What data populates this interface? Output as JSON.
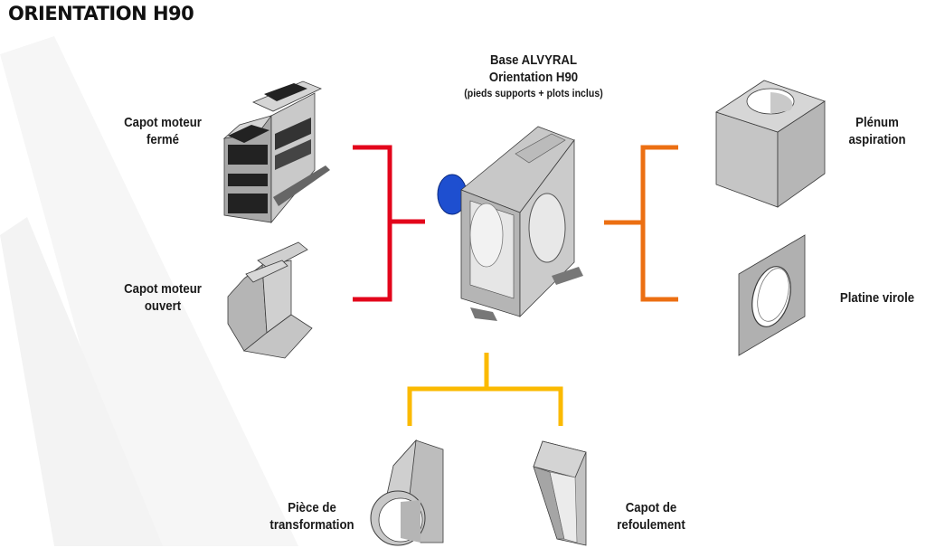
{
  "title": "ORIENTATION H90",
  "center": {
    "line1": "Base ALVYRAL",
    "line2": "Orientation H90",
    "line3": "(pieds supports + plots inclus)"
  },
  "left_group": {
    "color": "#e3051b",
    "items": [
      {
        "line1": "Capot moteur",
        "line2": "fermé",
        "part": "closed-motor-cover"
      },
      {
        "line1": "Capot moteur",
        "line2": "ouvert",
        "part": "open-motor-cover"
      }
    ]
  },
  "right_group": {
    "color": "#ec6f12",
    "items": [
      {
        "line1": "Plénum",
        "line2": "aspiration",
        "part": "inlet-plenum"
      },
      {
        "line1": "Platine virole",
        "part": "flange-plate"
      }
    ]
  },
  "bottom_group": {
    "color": "#fbba00",
    "items": [
      {
        "line1": "Pièce de",
        "line2": "transformation",
        "part": "transition-piece"
      },
      {
        "line1": "Capot de",
        "line2": "refoulement",
        "part": "discharge-cover"
      }
    ]
  },
  "colors": {
    "metal": "#c8c8c8",
    "metal_dark": "#a9a9a9",
    "motor": "#1e4fd0",
    "outline": "#3c3c3c"
  }
}
